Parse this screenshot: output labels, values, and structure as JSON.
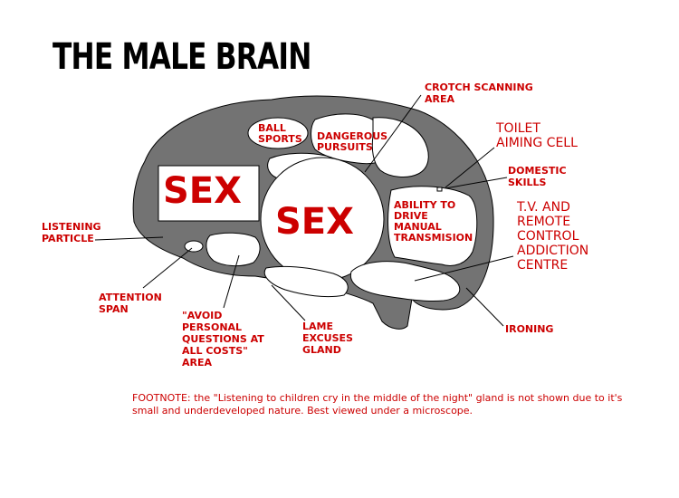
{
  "title": "THE MALE BRAIN",
  "colors": {
    "brain_fill": "#737373",
    "region_fill": "#ffffff",
    "text": "#cc0000",
    "outline": "#000000"
  },
  "regions": {
    "sex_left": "SEX",
    "sex_center": "SEX",
    "ball_sports": "BALL\nSPORTS",
    "dangerous_pursuits": "DANGEROUS\nPURSUITS",
    "ability_to_drive": "ABILITY TO\nDRIVE\nMANUAL\nTRANSMISION"
  },
  "labels": {
    "crotch_scanning": "CROTCH SCANNING\nAREA",
    "toilet_aiming": "TOILET\nAIMING CELL",
    "domestic_skills": "DOMESTIC\nSKILLS",
    "tv_remote": "T.V. AND\nREMOTE\nCONTROL\nADDICTION\nCENTRE",
    "listening_particle": "LISTENING\nPARTICLE",
    "attention_span": "ATTENTION\nSPAN",
    "avoid_personal": "\"AVOID\nPERSONAL\nQUESTIONS AT\nALL COSTS\"\nAREA",
    "lame_excuses": "LAME\nEXCUSES\nGLAND",
    "ironing": "IRONING"
  },
  "footnote": "FOOTNOTE: the \"Listening to children cry in the middle of the night\" gland is not shown due to it's small and underdeveloped nature.  Best viewed under a microscope."
}
